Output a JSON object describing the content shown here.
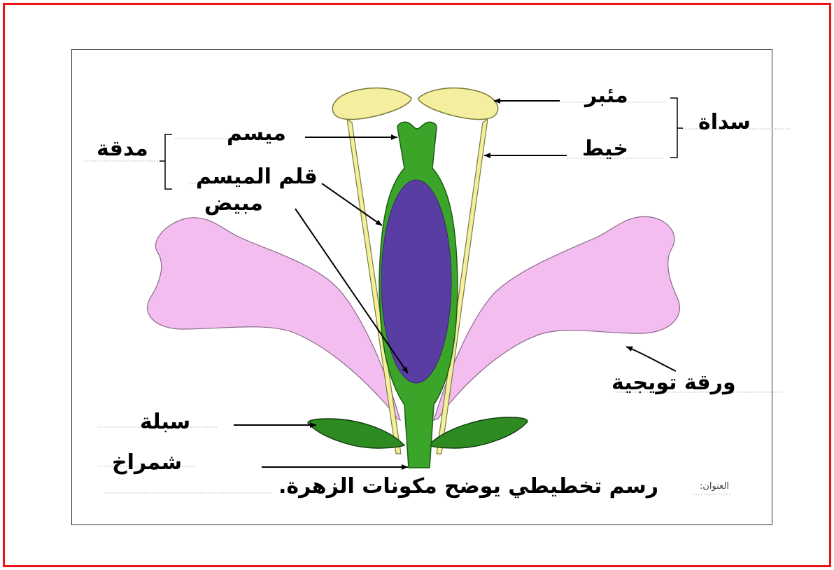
{
  "labels": {
    "anther": "مئبر",
    "filament": "خيط",
    "stamen": "سداة",
    "stigma": "ميسم",
    "style": "قلم الميسم",
    "ovary": "مبيض",
    "pistil": "مدقة",
    "petal": "ورقة تويجية",
    "sepal": "سبلة",
    "receptacle": "شمراخ"
  },
  "caption": {
    "prefix": "العنوان:",
    "text": "رسم تخطيطي يوضح مكونات الزهرة."
  },
  "colors": {
    "frame": "#e8141a",
    "petal": "#f3bdf0",
    "pistil_green": "#3aa529",
    "ovary": "#5a3da3",
    "sepal": "#2e8b22",
    "stamen": "#f4ef9e"
  }
}
